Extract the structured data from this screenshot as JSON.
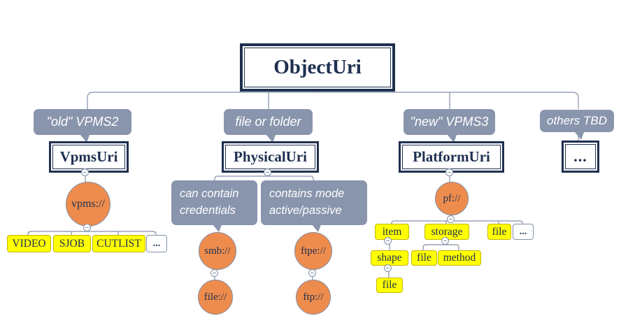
{
  "root": {
    "label": "ObjectUri"
  },
  "branches": {
    "old_vpms2": {
      "callout": "\"old\" VPMS2",
      "class_box": "VpmsUri",
      "scheme": "vpms://",
      "children": [
        "VIDEO",
        "SJOB",
        "CUTLIST",
        "..."
      ]
    },
    "file_or_folder": {
      "callout": "file or folder",
      "class_box": "PhysicalUri",
      "smb": {
        "note": "can contain credentials",
        "scheme": "smb://",
        "child": "file://"
      },
      "ftpe": {
        "note": "contains mode active/passive",
        "scheme": "ftpe://",
        "child": "ftp://"
      }
    },
    "new_vpms3": {
      "callout": "\"new\" VPMS3",
      "class_box": "PlatformUri",
      "scheme": "pf://",
      "children": [
        "item",
        "storage",
        "file",
        "..."
      ],
      "item_children": [
        "shape"
      ],
      "storage_children": [
        "file",
        "method"
      ],
      "shape_children": [
        "file"
      ]
    },
    "others": {
      "callout": "others TBD",
      "class_box": "..."
    }
  },
  "colors": {
    "navy": "#1f3050",
    "slate": "#8995ad",
    "orange": "#ee8c4d",
    "yellow": "#ffff00",
    "connector": "#8491a8"
  }
}
